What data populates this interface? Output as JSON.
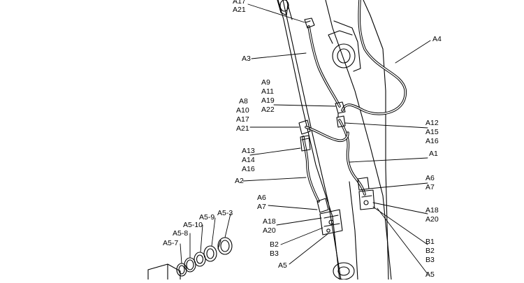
{
  "diagram": {
    "labels": {
      "top_a17": "A17",
      "top_a21": "A21",
      "a3": "A3",
      "a4": "A4",
      "g1_a9": "A9",
      "g1_a11": "A11",
      "g1_a19": "A19",
      "g1_a22": "A22",
      "g2_a8": "A8",
      "g2_a10": "A10",
      "g2_a17": "A17",
      "g2_a21": "A21",
      "r_a12": "A12",
      "r_a15": "A15",
      "r_a16": "A16",
      "a1": "A1",
      "g3_a13": "A13",
      "g3_a14": "A14",
      "g3_a16": "A16",
      "a2": "A2",
      "l_a6": "A6",
      "l_a7": "A7",
      "r_a6": "A6",
      "r_a7": "A7",
      "l_a18": "A18",
      "l_a20": "A20",
      "r_a18": "A18",
      "r_a20": "A20",
      "l_b2": "B2",
      "l_b3": "B3",
      "r_b1": "B1",
      "r_b2": "B2",
      "r_b3": "B3",
      "l_a5": "A5",
      "r_a5": "A5",
      "a5_3": "A5-3",
      "a5_9": "A5-9",
      "a5_10": "A5-10",
      "a5_8": "A5-8",
      "a5_7": "A5-7"
    }
  }
}
